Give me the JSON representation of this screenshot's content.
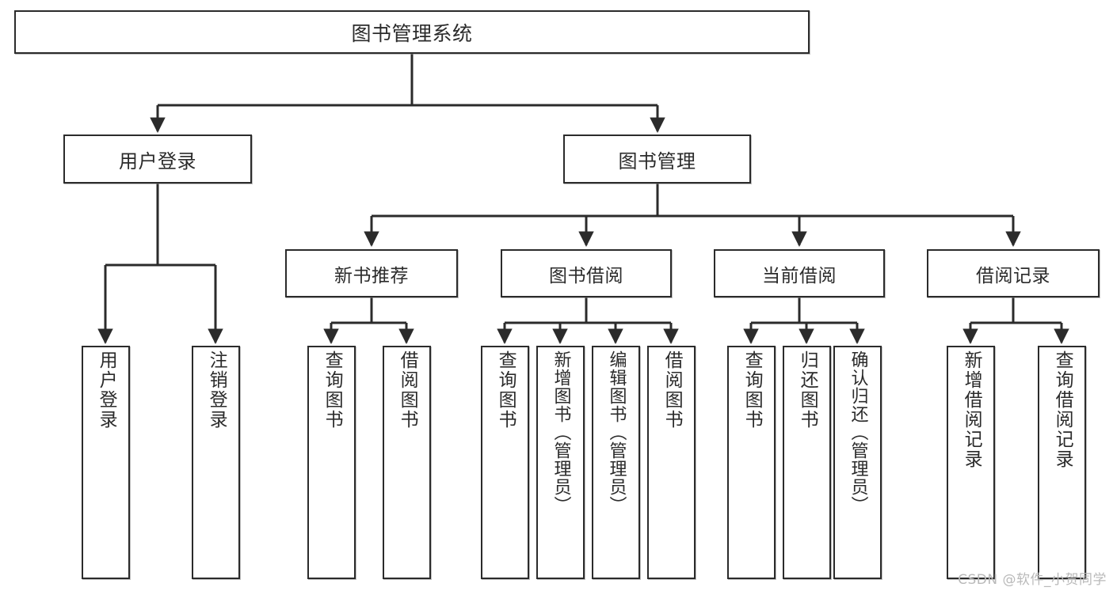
{
  "diagram": {
    "title": "图书管理系统",
    "watermark": "CSDN @软件_小贺同学",
    "stroke_color": "#2b2b2b",
    "background_color": "#ffffff",
    "root": {
      "label": "图书管理系统"
    },
    "level2": [
      {
        "label": "用户登录"
      },
      {
        "label": "图书管理"
      }
    ],
    "level3": [
      {
        "label": "新书推荐"
      },
      {
        "label": "图书借阅"
      },
      {
        "label": "当前借阅"
      },
      {
        "label": "借阅记录"
      }
    ],
    "leaves": {
      "user_login": [
        {
          "label": "用户登录"
        },
        {
          "label": "注销登录"
        }
      ],
      "new_book": [
        {
          "label": "查询图书"
        },
        {
          "label": "借阅图书"
        }
      ],
      "borrow_book": [
        {
          "label": "查询图书"
        },
        {
          "label": "新增图书（管理员）"
        },
        {
          "label": "编辑图书（管理员）"
        },
        {
          "label": "借阅图书"
        }
      ],
      "current_borrow": [
        {
          "label": "查询图书"
        },
        {
          "label": "归还图书"
        },
        {
          "label": "确认归还（管理员）"
        }
      ],
      "borrow_record": [
        {
          "label": "新增借阅记录"
        },
        {
          "label": "查询借阅记录"
        }
      ]
    }
  }
}
